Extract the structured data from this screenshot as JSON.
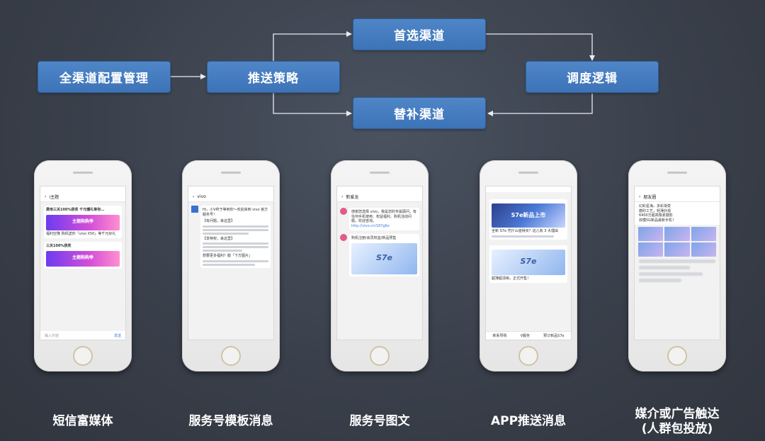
{
  "flow": {
    "nodes": {
      "config": "全渠道配置管理",
      "strategy": "推送策略",
      "preferred": "首选渠道",
      "backup": "替补渠道",
      "dispatch": "调度逻辑"
    },
    "arrow_color": "#e8ecf2",
    "node_color": "#4a80c2"
  },
  "phones": [
    {
      "caption": "短信富媒体",
      "title": "i主题",
      "msg1": "费用三关100%获奖 千元爆礼等你…",
      "banner": "主题购购季",
      "msg2": "福利空降 购机送你「vivo X50」等千元好礼",
      "msg3": "三关100%获奖",
      "banner2": "主题购购季",
      "input": "输入内容",
      "send": "发送"
    },
    {
      "caption": "服务号模板消息",
      "title": "vivo",
      "greeting": "Hi，小V终于等到你～欢迎来到 vivo 官方服务号！",
      "item1": "【有问题，来这里】",
      "item2": "【享特权，来这里】",
      "footer": "想要更多福利？戳「下方图片」"
    },
    {
      "caption": "服务号图文",
      "title": "新爱龙",
      "welcome": "感谢您选择 vivo，我是您的专属顾问，有任何手机使用、权益福利、购机活动问题，欢迎咨询。",
      "link": "http://vivo.cn/187g6o",
      "article": "购机注册/会员权益/新品预售",
      "banner": "S7e"
    },
    {
      "caption": "APP推送消息",
      "banner1": "S7e新品上市",
      "text1": "全新 S7e 凭什么值得买？这儿有 3 大理由",
      "banner2": "S7e",
      "text2": "超薄超清晰，正式开售！",
      "tabs": [
        "新系导购",
        "V服务",
        "预订新品S7e"
      ]
    },
    {
      "caption": "媒介或广告触达\n(人群包投放)",
      "title": "朋友圈",
      "lines": [
        "幻彩星海，多彩渐变",
        "磨砂工艺，轻薄外观",
        "6400万超高像素摄影",
        "双模5G新品最新手机！"
      ]
    }
  ]
}
